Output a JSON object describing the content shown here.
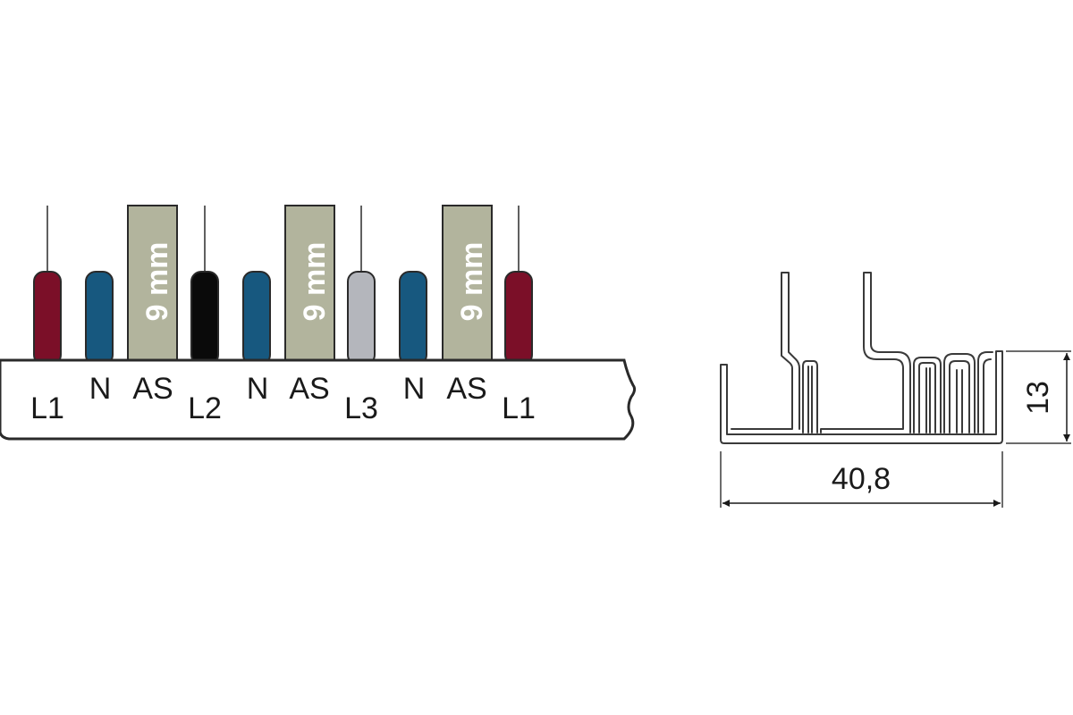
{
  "colors": {
    "L1": "#7b0f28",
    "N": "#17587f",
    "L2": "#0a0a0a",
    "L3": "#b4b6bc",
    "spacer": "#b2b49d",
    "bar": "#ffffff",
    "outline": "#2a2a2a"
  },
  "busbar": {
    "labels": [
      "L1",
      "N",
      "AS",
      "L2",
      "N",
      "AS",
      "L3",
      "N",
      "AS",
      "L1"
    ],
    "spacer_text": "9 mm"
  },
  "profile": {
    "width_label": "40,8",
    "height_label": "13"
  }
}
